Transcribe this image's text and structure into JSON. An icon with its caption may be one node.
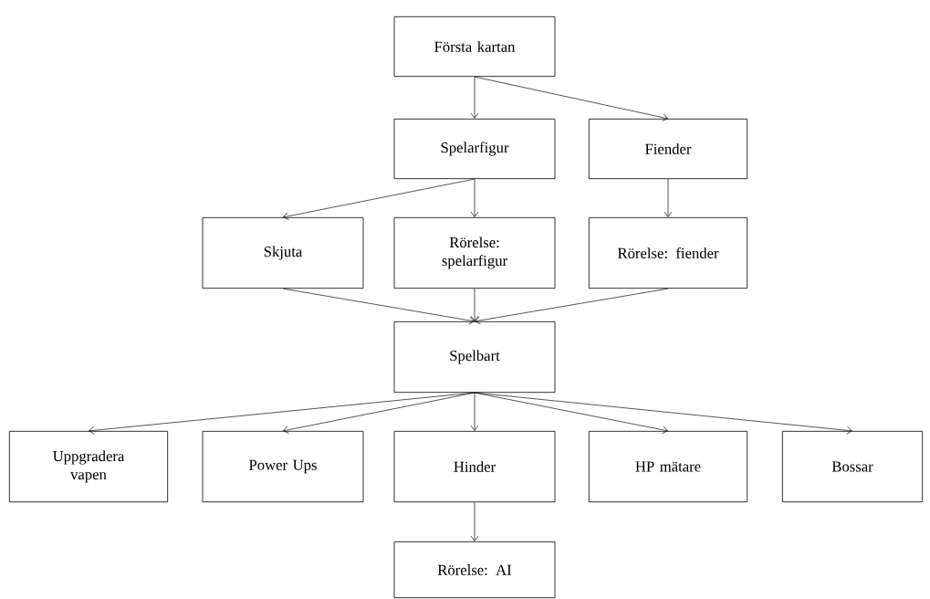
{
  "diagram": {
    "nodes": [
      {
        "text": [
          "Första kartan"
        ]
      },
      {
        "text": [
          "Spelarfigur"
        ]
      },
      {
        "text": [
          "Fiender"
        ]
      },
      {
        "text": [
          "Skjuta"
        ]
      },
      {
        "text": [
          "Rörelse: spelarfigur"
        ]
      },
      {
        "text": [
          "Rörelse: fiender"
        ]
      },
      {
        "text": [
          "Spelbart"
        ]
      },
      {
        "text": [
          "Uppgradera vapen"
        ]
      },
      {
        "text": [
          "Power Ups"
        ]
      },
      {
        "text": [
          "Hinder"
        ]
      },
      {
        "text": [
          "HP mätare"
        ]
      },
      {
        "text": [
          "Bossar"
        ]
      },
      {
        "text": [
          "Rörelse: AI"
        ]
      }
    ],
    "edges": [
      {
        "from": 0,
        "to": 1,
        "arrow": "to"
      },
      {
        "from": 0,
        "to": 2,
        "arrow": "to"
      },
      {
        "from": 1,
        "to": 3,
        "arrow": "to"
      },
      {
        "from": 1,
        "to": 4,
        "arrow": "to"
      },
      {
        "from": 2,
        "to": 5,
        "arrow": "to"
      },
      {
        "from": 3,
        "to": 6,
        "arrow": "to"
      },
      {
        "from": 4,
        "to": 6,
        "arrow": "to"
      },
      {
        "from": 5,
        "to": 6,
        "arrow": "to"
      },
      {
        "from": 6,
        "to": 7,
        "arrow": "to"
      },
      {
        "from": 6,
        "to": 8,
        "arrow": "to"
      },
      {
        "from": 6,
        "to": 9,
        "arrow": "to"
      },
      {
        "from": 6,
        "to": 10,
        "arrow": "to"
      },
      {
        "from": 6,
        "to": 11,
        "arrow": "to"
      },
      {
        "from": 9,
        "to": 12,
        "arrow": "to"
      }
    ]
  }
}
